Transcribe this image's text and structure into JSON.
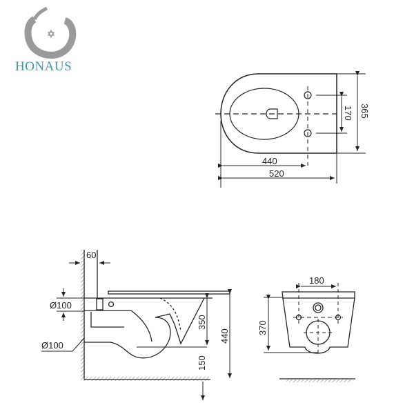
{
  "brand": {
    "name": "HONAUS",
    "color": "#3a9aa5",
    "logo_color": "#9a9a9a"
  },
  "top_view": {
    "dimensions": {
      "length_to_holes": "440",
      "total_length": "520",
      "hole_spacing": "170",
      "width": "365"
    }
  },
  "side_view": {
    "dimensions": {
      "wall_gap": "60",
      "inlet_diameter": "Ø100",
      "outlet_diameter": "Ø100",
      "bowl_height": "350",
      "total_height": "440",
      "floor_clearance": "150"
    }
  },
  "back_view": {
    "dimensions": {
      "bolt_spacing": "180",
      "height": "370"
    }
  }
}
